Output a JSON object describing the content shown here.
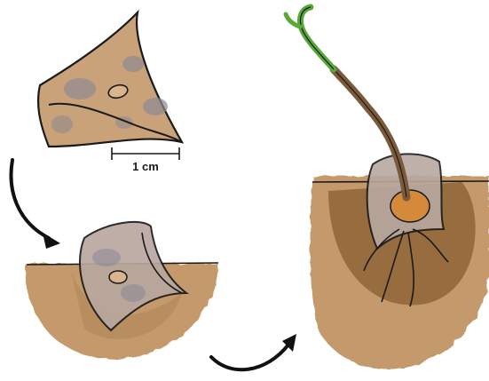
{
  "scale_bar": {
    "label": "1 cm"
  },
  "colors": {
    "seed_fill": "#c9a27a",
    "seed_spot": "#8e8a92",
    "soil_light": "#c49a6c",
    "soil_dark": "#8f6538",
    "stem": "#7b5a3a",
    "sprout": "#5aa83a",
    "outline": "#1a1a1a"
  },
  "stages": [
    {
      "name": "seed"
    },
    {
      "name": "seed-in-soil"
    },
    {
      "name": "seedling-in-soil"
    }
  ]
}
